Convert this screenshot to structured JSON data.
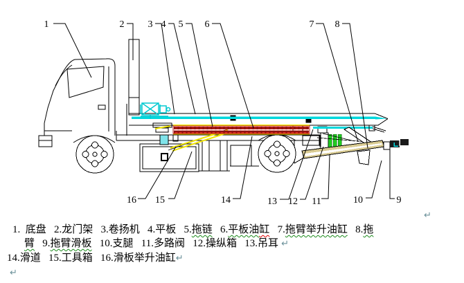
{
  "callouts": [
    "1",
    "2",
    "3",
    "4",
    "5",
    "6",
    "7",
    "8",
    "9",
    "10",
    "11",
    "12",
    "13",
    "14",
    "15",
    "16"
  ],
  "diagram": {
    "paragraph_mark": "↵",
    "parts": {
      "cyan_parts": [
        "winch",
        "deck-strip",
        "slide-strip",
        "lift-cylinder-small"
      ],
      "red_part": "drag-chain",
      "yellow_part": "slide-lift-cylinder",
      "green_part": "multiway-valve",
      "tan_part": "tow-arm"
    }
  },
  "colors": {
    "line": "#000000",
    "cyan": "#00d8dd",
    "cyan_fill": "#7fe3ea",
    "chain_red": "#e03020",
    "chain_dark": "#8f1010",
    "chain_border": "#b71c1c",
    "yellow": "#efe300",
    "green": "#21cc21",
    "green_dark": "#0a570a",
    "tan": "#d9cb92",
    "underline_green": "#1a8a1a",
    "underline_red": "#e00000",
    "pilcrow": "#6a9099"
  },
  "legend": {
    "lines": [
      {
        "indent": 18,
        "segments": [
          {
            "text": "1.  底盘   2.龙门架   3.卷扬机   4.平板   5.",
            "style": "plain"
          },
          {
            "text": "拖链",
            "style": "green"
          },
          {
            "text": "   6.",
            "style": "plain"
          },
          {
            "text": "平板油",
            "style": "green"
          },
          {
            "text": "缸",
            "style": "red"
          },
          {
            "text": "   7.",
            "style": "plain"
          },
          {
            "text": "拖臂举升油缸",
            "style": "green"
          },
          {
            "text": "   8.",
            "style": "plain"
          },
          {
            "text": "拖",
            "style": "green"
          }
        ]
      },
      {
        "indent": 35,
        "segments": [
          {
            "text": "臂",
            "style": "green"
          },
          {
            "text": "   9.",
            "style": "plain"
          },
          {
            "text": "拖臂滑板",
            "style": "green"
          },
          {
            "text": "   10.支腿   11.多路阀   12.操纵箱   13.吊耳",
            "style": "plain"
          },
          {
            "text": " ↵",
            "style": "pilcrow"
          }
        ]
      },
      {
        "indent": 10,
        "segments": [
          {
            "text": "14.滑道   15.工具箱   16.滑板举升油缸",
            "style": "plain"
          },
          {
            "text": "↵",
            "style": "pilcrow"
          }
        ]
      },
      {
        "indent": 14,
        "segments": [
          {
            "text": "↵",
            "style": "pilcrow"
          }
        ]
      }
    ]
  }
}
